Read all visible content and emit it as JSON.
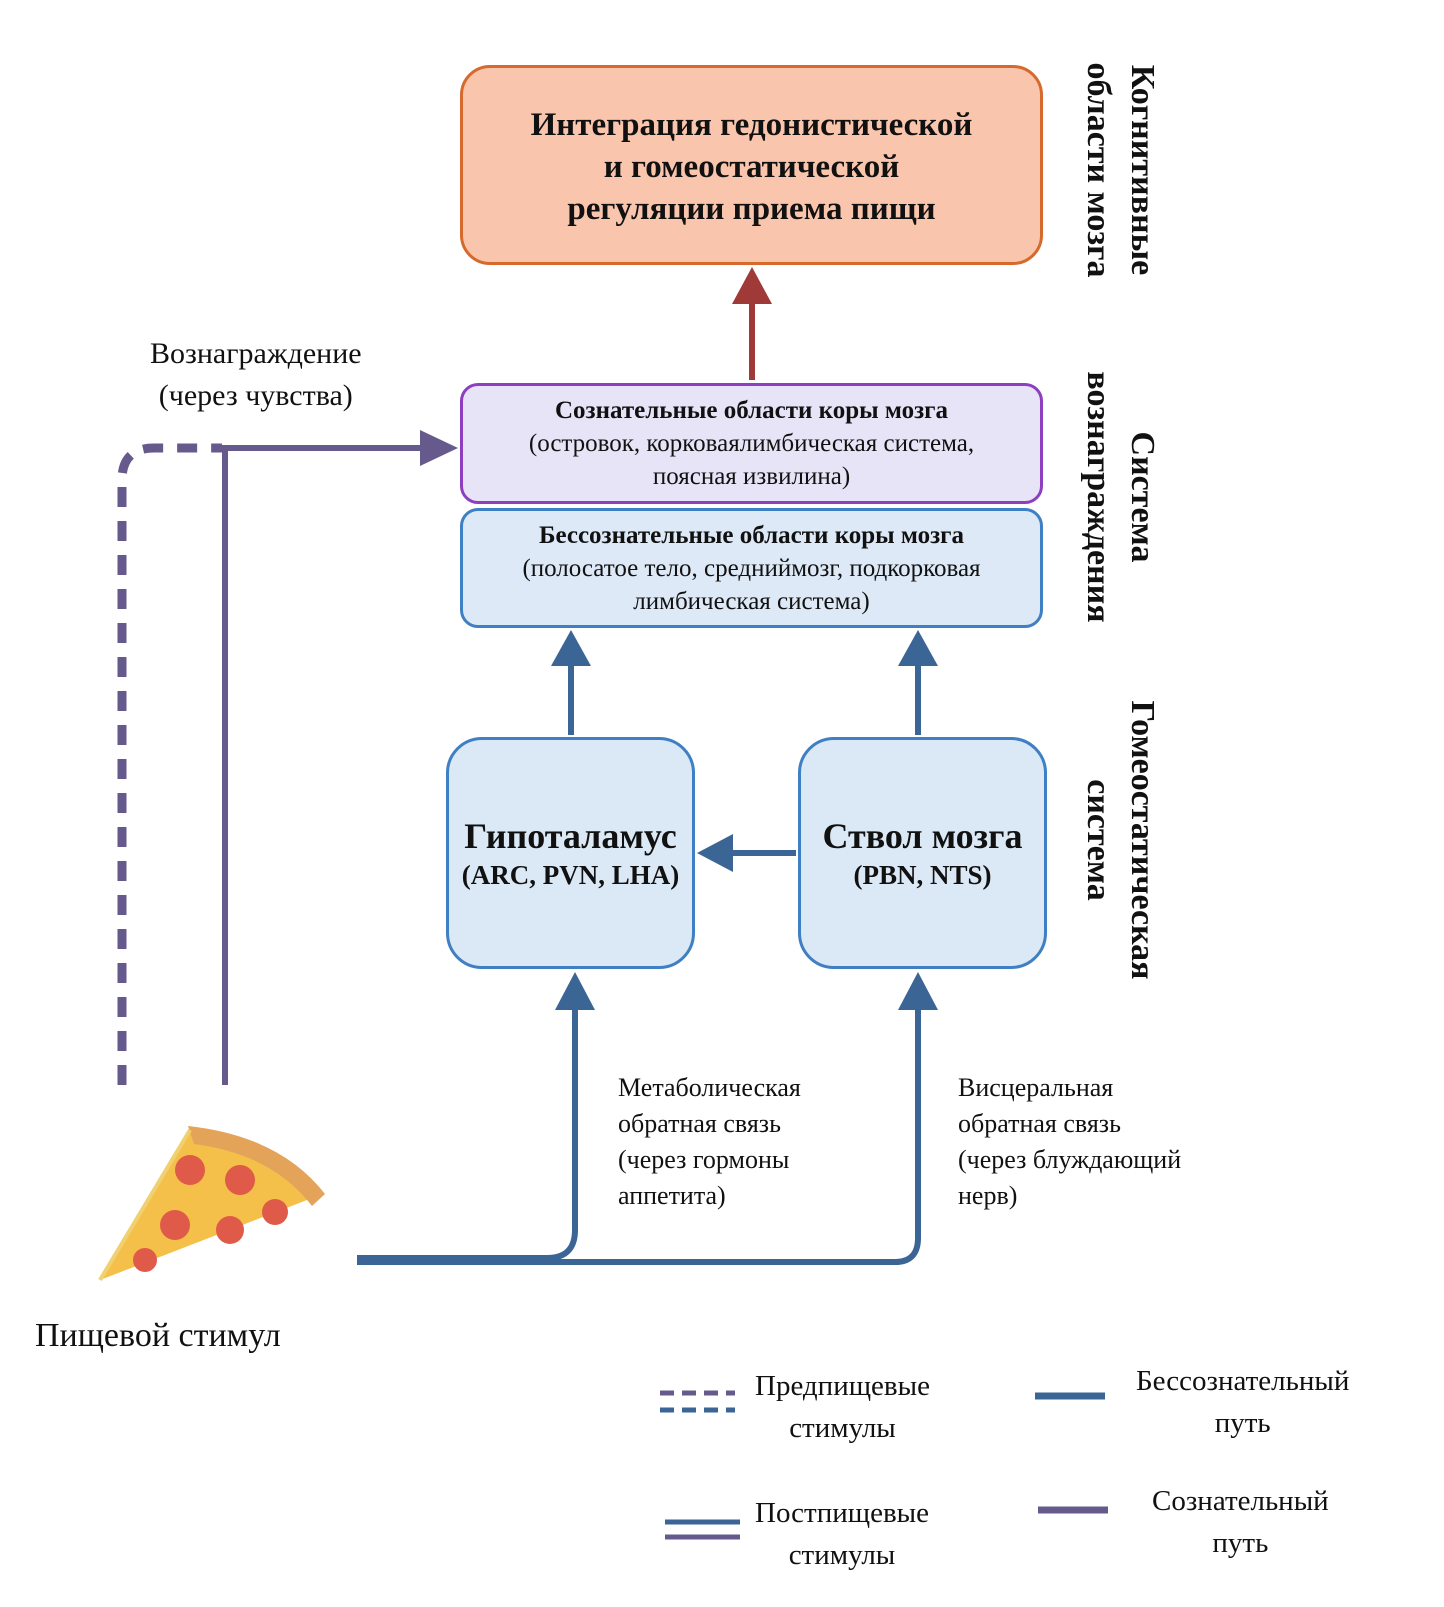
{
  "boxes": {
    "integration": {
      "line1": "Интеграция гедонистической",
      "line2": "и гомеостатической",
      "line3": "регуляции приема пищи"
    },
    "conscious": {
      "title": "Сознательные области коры мозга",
      "line2": "(островок, корковаялимбическая система,",
      "line3": "поясная извилина)"
    },
    "unconscious": {
      "title": "Бессознательные области коры  мозга",
      "line2": "(полосатое тело, среднийм​озг, подкорковая",
      "line3": "лимбическая система)"
    },
    "hypothalamus": {
      "title": "Гипоталамус",
      "sub": "(ARC, PVN, LHA)"
    },
    "brainstem": {
      "title": "Ствол мозга",
      "sub": "(PBN, NTS)"
    }
  },
  "side_labels": {
    "cognitive": {
      "line1": "Когнитивные",
      "line2": "области мозга"
    },
    "reward": {
      "line1": "Система",
      "line2": "вознаграждения"
    },
    "homeostatic": {
      "line1": "Гомеостатическая",
      "line2": "система"
    }
  },
  "annotations": {
    "reward_line1": "Вознаграждение",
    "reward_line2": "(через чувства)",
    "metabolic": [
      "Метаболическая",
      "обратная связь",
      "(через гормоны",
      "аппетита)"
    ],
    "visceral": [
      "Висцеральная",
      "обратная связь",
      "(через блуждающий",
      "нерв)"
    ],
    "food_stimulus": "Пищевой стимул"
  },
  "legend": {
    "pre_meal": [
      "Предпищевые",
      "стимулы"
    ],
    "post_meal": [
      "Постпищевые",
      "стимулы"
    ],
    "unconscious_path": [
      "Бессознательный",
      "путь"
    ],
    "conscious_path": [
      "Сознательный",
      "путь"
    ]
  },
  "colors": {
    "unconscious_path": "#3b6595",
    "conscious_path": "#665a8c",
    "integration_arrow": "#a03a38",
    "integration_fill": "#f9c6ad",
    "integration_border": "#d56a2c",
    "conscious_border": "#8e3fc0",
    "unconscious_border": "#3f7fc4"
  }
}
